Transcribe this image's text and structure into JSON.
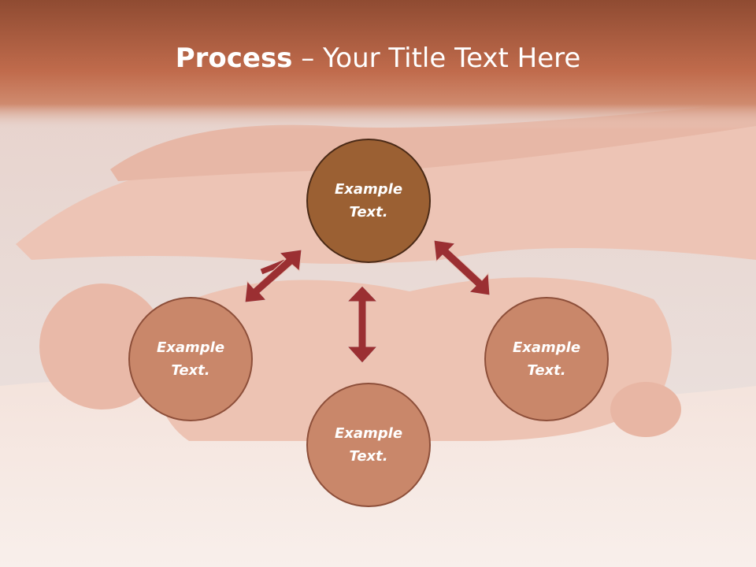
{
  "title": {
    "bold": "Process",
    "rest": " – Your Title Text Here"
  },
  "nodes": [
    {
      "line1": "Example",
      "line2": "Text."
    },
    {
      "line1": "Example",
      "line2": "Text."
    },
    {
      "line1": "Example",
      "line2": "Text."
    },
    {
      "line1": "Example",
      "line2": "Text."
    }
  ],
  "colors": {
    "banner": "#b8694a",
    "top_node": "#9b6033",
    "node": "#c9876a",
    "arrow": "#9b2f32"
  }
}
